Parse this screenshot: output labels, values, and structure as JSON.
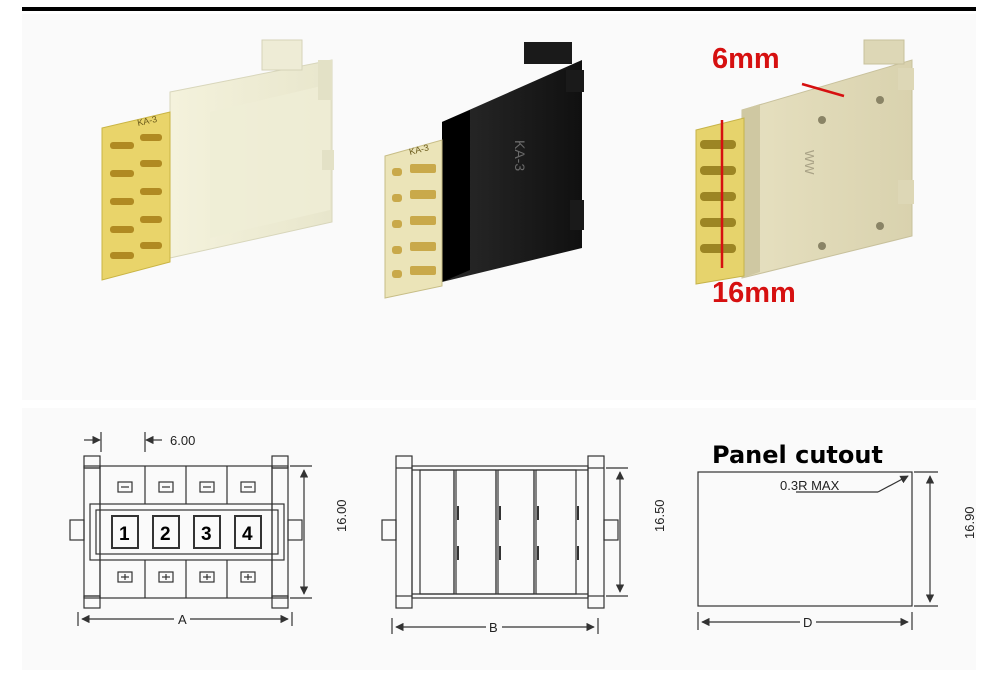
{
  "colors": {
    "top_rule": "#000000",
    "photo_background": "#f7f7f7",
    "dimension_accent": "#d61010",
    "drawing_line": "#333333"
  },
  "photos": {
    "white_switch": {
      "label": "KA-3",
      "icon": "white-switch-photo"
    },
    "black_switch": {
      "label": "KA-3",
      "body_text": "KA-3",
      "icon": "black-switch-photo"
    },
    "beige_switch": {
      "width_label": "6mm",
      "height_label": "16mm",
      "icon": "beige-switch-photo"
    }
  },
  "drawings": {
    "front_view": {
      "pitch_label": "6.00",
      "height_label": "16.00",
      "width_label": "A",
      "keys": [
        "1",
        "2",
        "3",
        "4"
      ]
    },
    "side_view": {
      "height_label": "16.50",
      "width_label": "B"
    },
    "panel_cutout": {
      "title": "Panel cutout",
      "radius_label": "0.3R MAX",
      "height_label": "16.90",
      "width_label": "D"
    }
  }
}
